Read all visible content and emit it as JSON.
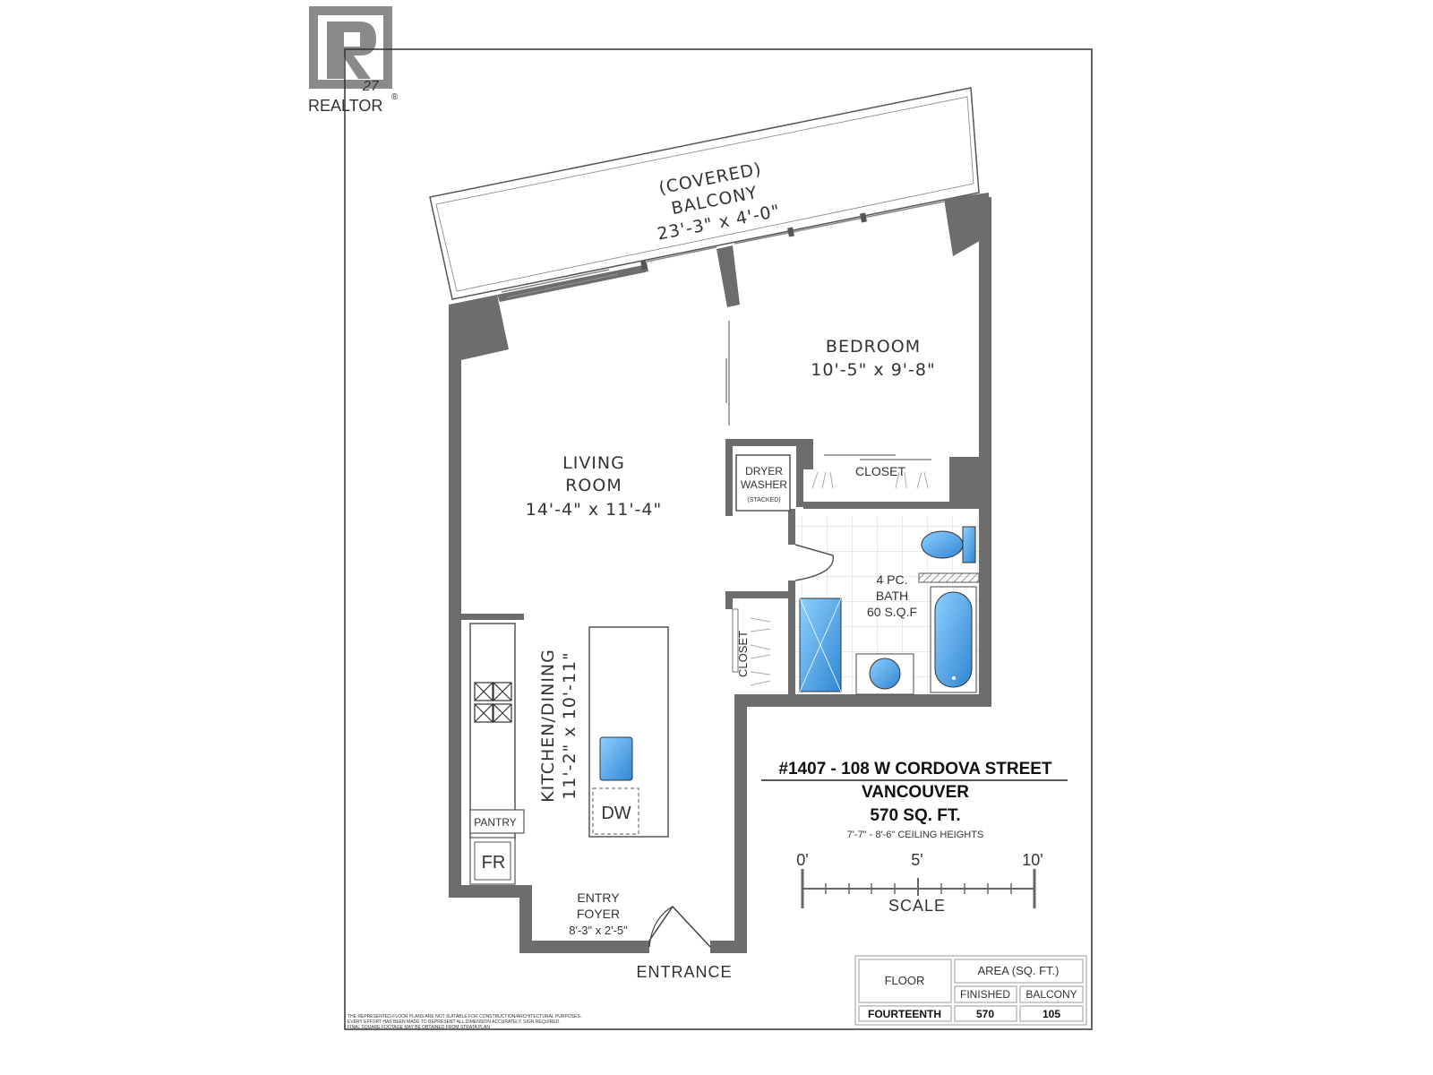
{
  "logo": {
    "text": "REALTOR",
    "mark": "®"
  },
  "rooms": {
    "balcony": {
      "line1": "(COVERED)",
      "line2": "BALCONY",
      "dims": "23'-3\" x 4'-0\""
    },
    "bedroom": {
      "name": "BEDROOM",
      "dims": "10'-5\" x 9'-8\""
    },
    "living": {
      "line1": "LIVING",
      "line2": "ROOM",
      "dims": "14'-4\" x 11'-4\""
    },
    "laundry": {
      "line1": "DRYER",
      "line2": "WASHER",
      "note": "(STACKED)"
    },
    "closet_bed": "CLOSET",
    "bath": {
      "line1": "4 PC.",
      "line2": "BATH",
      "line3": "60 S.Q.F"
    },
    "closet_hall": "CLOSET",
    "kitchen": {
      "name": "KITCHEN/DINING",
      "dims": "11'-2\" x 10'-11\""
    },
    "dw": "DW",
    "pantry": "PANTRY",
    "fr": "FR",
    "entry": {
      "line1": "ENTRY",
      "line2": "FOYER",
      "dims": "8'-3\" x 2'-5\""
    },
    "entrance": "ENTRANCE"
  },
  "listing": {
    "address": "#1407 - 108 W CORDOVA STREET",
    "city": "VANCOUVER",
    "area": "570 SQ. FT.",
    "ceiling": "7'-7\" - 8'-6\" CEILING HEIGHTS"
  },
  "scale": {
    "ticks": [
      "0'",
      "5'",
      "10'"
    ],
    "label": "SCALE"
  },
  "area_table": {
    "floor_header": "FLOOR",
    "area_header": "AREA (SQ. FT.)",
    "finished_header": "FINISHED",
    "balcony_header": "BALCONY",
    "floor": "FOURTEENTH",
    "finished": "570",
    "balcony": "105"
  },
  "disclaimer": {
    "line1": "THE REPRESENTED FLOOR PLANS ARE NOT SUITABLE FOR CONSTRUCTION/ARCHITECTURAL PURPOSES.",
    "line2": "EVERY EFFORT HAS BEEN MADE TO REPRESENT ALL DIMENSION ACCURATELY. SIGN REQUIRED.",
    "line3": "FINAL SQUARE FOOTAGE MAY BE OBTAINED FROM STRATA PLAN"
  },
  "colors": {
    "wall": "#6d6d6d",
    "fixture": "#4a9fe0",
    "border": "#444444"
  }
}
